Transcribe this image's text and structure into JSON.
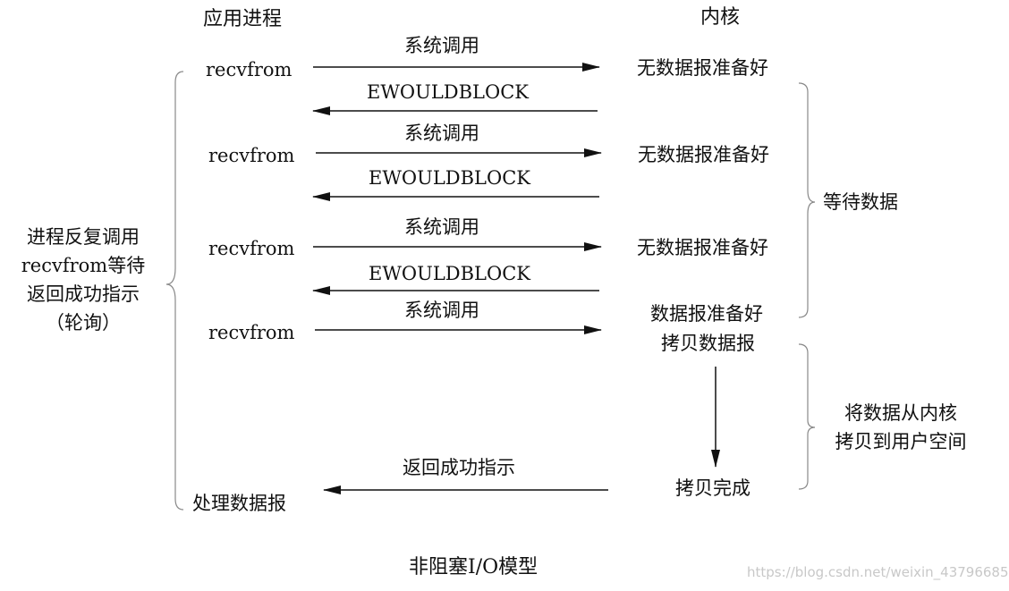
{
  "header": {
    "app_process": "应用进程",
    "kernel": "内核"
  },
  "rows": [
    {
      "recv": "recvfrom",
      "call": "系统调用",
      "reply": "EWOULDBLOCK",
      "kernel_state": "无数据报准备好"
    },
    {
      "recv": "recvfrom",
      "call": "系统调用",
      "reply": "EWOULDBLOCK",
      "kernel_state": "无数据报准备好"
    },
    {
      "recv": "recvfrom",
      "call": "系统调用",
      "reply": "EWOULDBLOCK",
      "kernel_state": "无数据报准备好"
    },
    {
      "recv": "recvfrom",
      "call": "系统调用",
      "kernel_state_line1": "数据报准备好",
      "kernel_state_line2": "拷贝数据报"
    }
  ],
  "left_note": {
    "line1": "进程反复调用",
    "line2": "recvfrom等待",
    "line3": "返回成功指示",
    "line4": "（轮询）"
  },
  "wait_label": "等待数据",
  "copy_label": {
    "line1": "将数据从内核",
    "line2": "拷贝到用户空间"
  },
  "copy_done": "拷贝完成",
  "return_label": "返回成功指示",
  "process_label": "处理数据报",
  "caption": "非阻塞I/O模型",
  "watermark": "https://blog.csdn.net/weixin_43796685"
}
